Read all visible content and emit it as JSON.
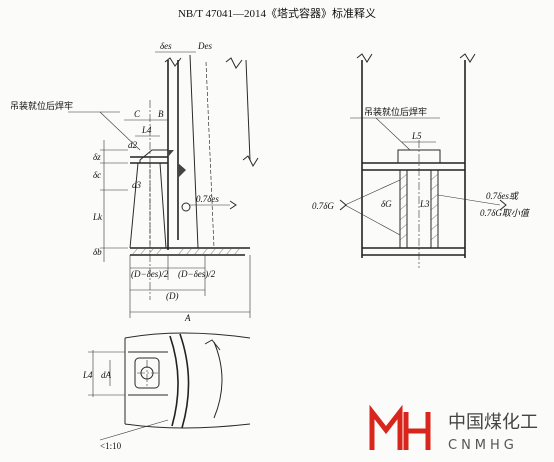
{
  "header": {
    "title": "NB/T 47041—2014《塔式容器》标准释义"
  },
  "left_view": {
    "note_weld": "吊装就位后焊牢",
    "dims": {
      "delta_es": "δes",
      "Des": "Des",
      "C": "C",
      "B": "B",
      "L4": "L4",
      "d2": "d2",
      "d3": "d3",
      "delta_z": "δz",
      "delta_c": "δc",
      "Lk": "Lk",
      "delta_b": "δb",
      "weld_size": "0.7δes",
      "half_left": "(D−δes)/2",
      "half_right": "(D−δes)/2",
      "D": "(D)",
      "A": "A"
    }
  },
  "right_view": {
    "note_weld": "吊装就位后焊牢",
    "dims": {
      "L5": "L5",
      "delta_G_left": "0.7δG",
      "delta_G": "δG",
      "L3": "L3",
      "option_line1": "0.7δes或",
      "option_line2": "0.7δG取小值"
    }
  },
  "bottom_view": {
    "dims": {
      "L4": "L4",
      "dA": "dA",
      "slope": "<1:10"
    }
  },
  "watermark": {
    "cn": "中国煤化工",
    "en": "CNMHG",
    "logo_letters": "MH",
    "color": "#d9261c"
  }
}
